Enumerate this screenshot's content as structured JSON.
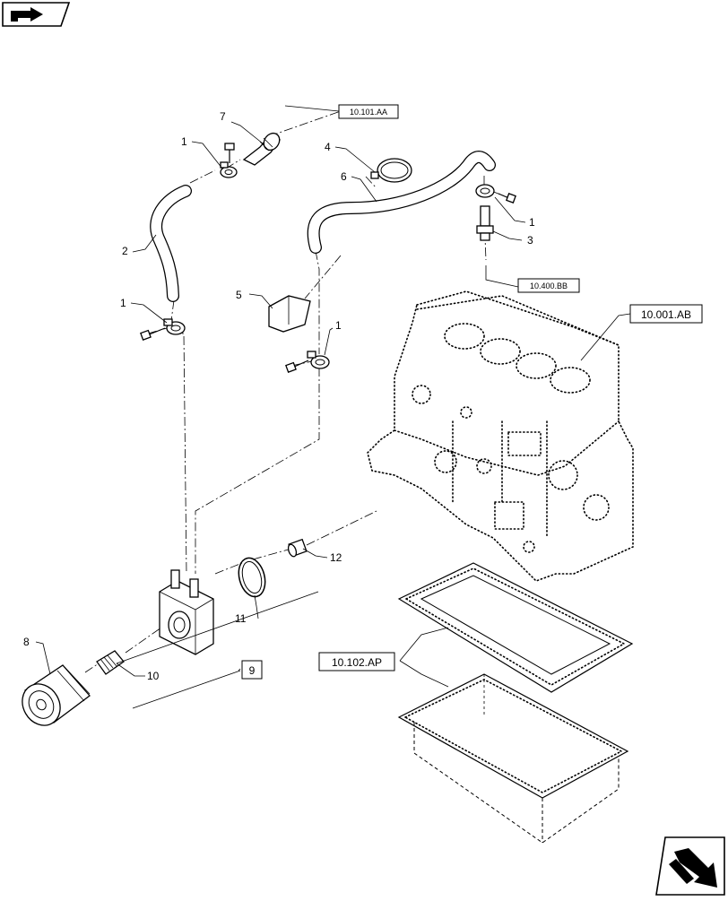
{
  "nav_icons": {
    "top_left": "previous-page-icon",
    "bottom_right": "next-page-icon"
  },
  "references": {
    "r_10101aa": "10.101.AA",
    "r_10400bb": "10.400.BB",
    "r_10001ab": "10.001.AB",
    "r_10102ap": "10.102.AP"
  },
  "callouts": {
    "c7": "7",
    "c1_top": "1",
    "c2": "2",
    "c1_mid_left": "1",
    "c4": "4",
    "c6": "6",
    "c1_right": "1",
    "c3": "3",
    "c5": "5",
    "c1_center": "1",
    "c12": "12",
    "c11": "11",
    "c8": "8",
    "c10": "10",
    "c9": "9"
  }
}
